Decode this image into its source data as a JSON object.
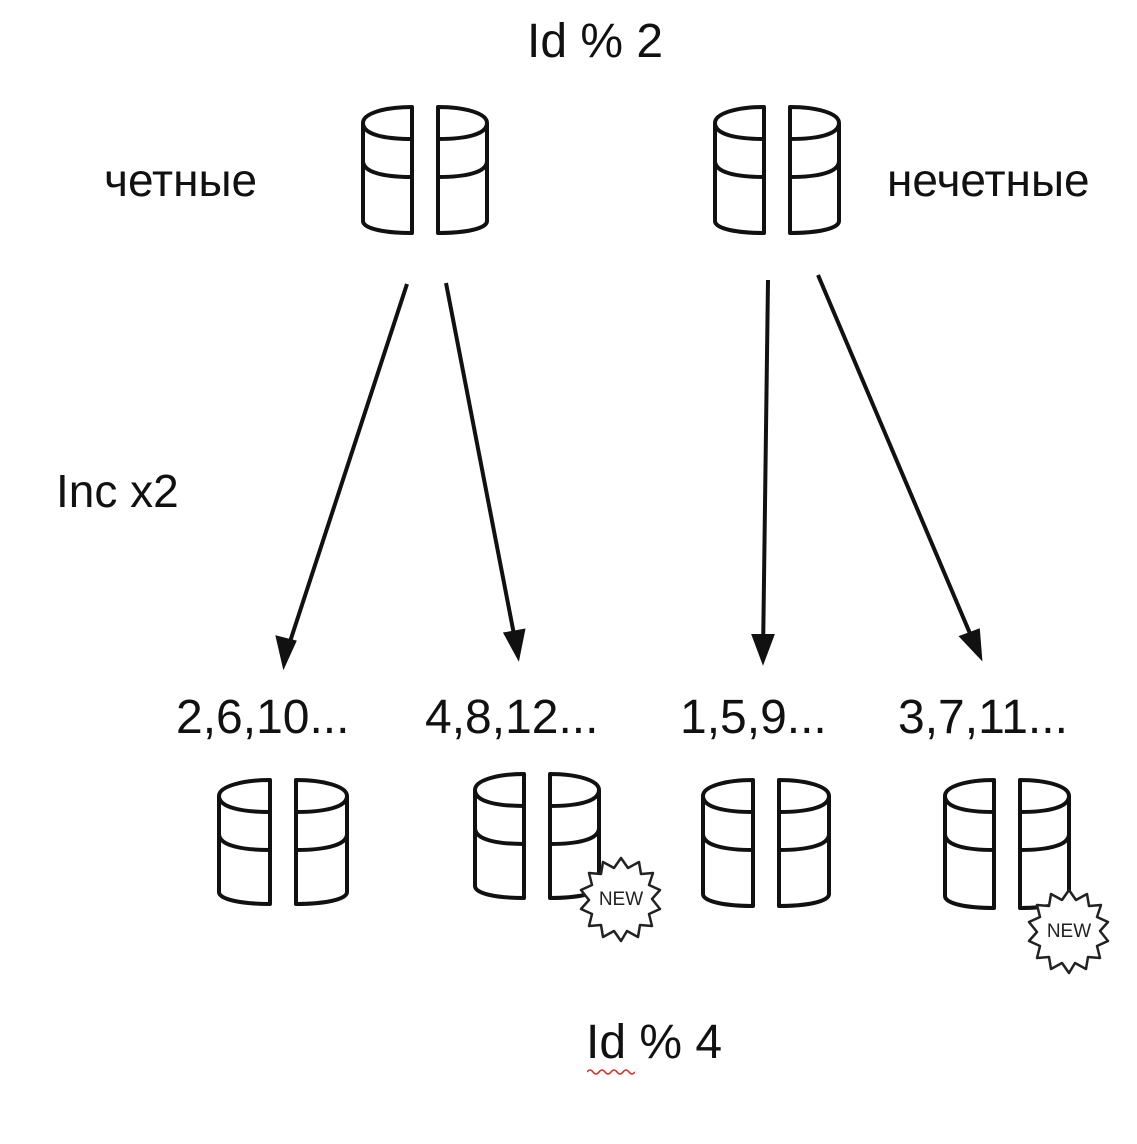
{
  "diagram": {
    "top_label": "Id % 2",
    "even_label": "четные",
    "odd_label": "нечетные",
    "increment_label": "Inc x2",
    "shards": [
      {
        "ids": "2,6,10...",
        "new": false
      },
      {
        "ids": "4,8,12...",
        "new": true
      },
      {
        "ids": "1,5,9...",
        "new": false
      },
      {
        "ids": "3,7,11...",
        "new": true
      }
    ],
    "badge_label": "NEW",
    "bottom_label": "Id % 4",
    "colors": {
      "stroke": "#111111",
      "squiggle": "#d93025"
    },
    "icons": [
      "database-icon",
      "arrow-icon",
      "new-badge-icon"
    ]
  }
}
